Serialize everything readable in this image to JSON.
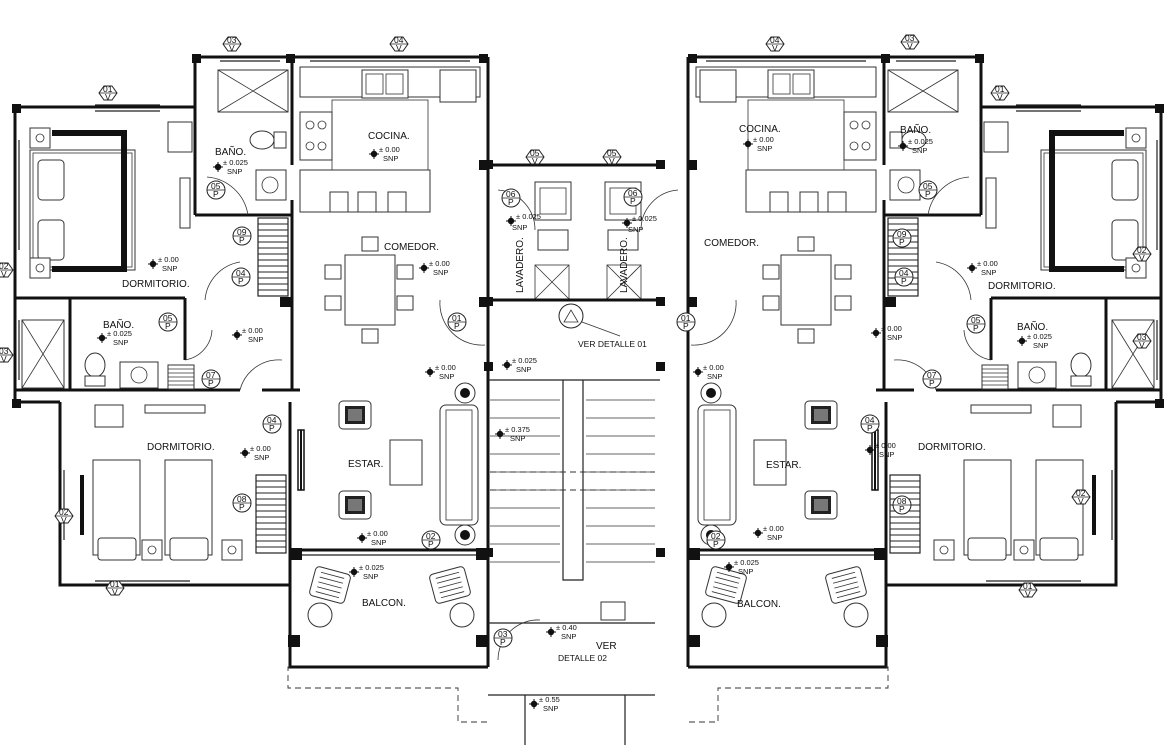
{
  "rooms": {
    "cocina": "COCINA.",
    "comedor": "COMEDOR.",
    "estar": "ESTAR.",
    "balcon": "BALCON.",
    "dormitorio": "DORMITORIO.",
    "bano": "BAÑO.",
    "lavadero": "LAVADERO."
  },
  "details": {
    "ver_detalle_01": "VER DETALLE 01",
    "ver": "VER",
    "detalle_02": "DETALLE 02"
  },
  "levels": {
    "l000": "± 0.00",
    "l025": "± 0.025",
    "l0375": "± 0.375",
    "l040": "± 0.40",
    "l055": "± 0.55",
    "snp": "SNP"
  },
  "tags": {
    "t01": "01",
    "t02": "02",
    "t03": "03",
    "t04": "04",
    "t05": "05",
    "t06": "06",
    "t07": "07",
    "t08": "08",
    "t09": "09",
    "v": "V",
    "p": "P"
  }
}
